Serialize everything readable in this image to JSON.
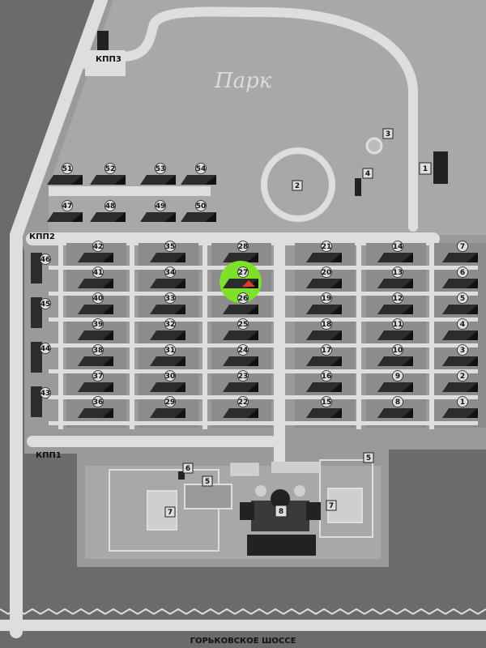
{
  "map": {
    "park_label": "Парк",
    "road_label": "ГОРЬКОВСКОЕ ШОССЕ",
    "gates": [
      "КПП1",
      "КПП2",
      "КПП3"
    ],
    "selected_house": "27",
    "highlight_color": "#7fe02a",
    "background_color": "#6b6b6b",
    "territory_color": "#9a9a9a",
    "road_color": "#dedede",
    "house_rows": [
      {
        "numbers": [
          "51",
          "52",
          "53",
          "54"
        ]
      },
      {
        "numbers": [
          "47",
          "48",
          "49",
          "50"
        ]
      }
    ],
    "house_columns": [
      {
        "numbers": [
          "42",
          "41",
          "40",
          "39",
          "38",
          "37",
          "36"
        ]
      },
      {
        "numbers": [
          "35",
          "34",
          "33",
          "32",
          "31",
          "30",
          "29"
        ]
      },
      {
        "numbers": [
          "28",
          "27",
          "26",
          "25",
          "24",
          "23",
          "22"
        ]
      },
      {
        "numbers": [
          "21",
          "20",
          "19",
          "18",
          "17",
          "16",
          "15"
        ]
      },
      {
        "numbers": [
          "14",
          "13",
          "12",
          "11",
          "10",
          "9",
          "8"
        ]
      },
      {
        "numbers": [
          "7",
          "6",
          "5",
          "4",
          "3",
          "2",
          "1"
        ]
      }
    ],
    "west_houses": [
      "46",
      "45",
      "44",
      "43"
    ],
    "facility_markers": [
      "1",
      "2",
      "3",
      "4",
      "5",
      "5",
      "6",
      "7",
      "7",
      "8"
    ]
  }
}
